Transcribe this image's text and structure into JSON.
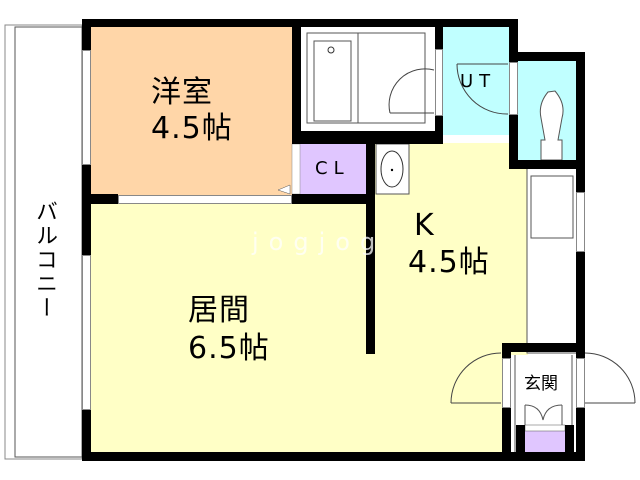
{
  "plan": {
    "type": "floor_plan",
    "layout": "1LDK-style apartment",
    "colors": {
      "western_room": "#ffd6a8",
      "living": "#ffffc6",
      "kitchen": "#ffffc6",
      "utility": "#c0ffff",
      "toilet": "#c0ffff",
      "closet": "#e0c6ff",
      "entrance_step": "#e0c6ff",
      "wall": "#000000",
      "balcony": "#ffffff"
    }
  },
  "rooms": {
    "western": {
      "name": "洋室",
      "size": "4.5帖"
    },
    "living": {
      "name": "居間",
      "size": "6.5帖"
    },
    "kitchen": {
      "name": "K",
      "size": "4.5帖"
    },
    "utility": {
      "name": "UT"
    },
    "closet": {
      "name": "CL"
    },
    "entrance": {
      "name": "玄関"
    },
    "balcony": {
      "name": "バルコニー"
    }
  },
  "watermark": "jogjog"
}
